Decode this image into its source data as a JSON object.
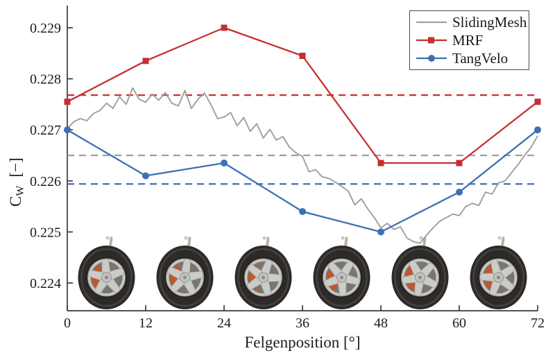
{
  "chart_data": {
    "type": "line",
    "title": "",
    "xlabel": "Felgenposition  [°]",
    "ylabel": "Cw [−]",
    "ylabel_parts": {
      "base": "C",
      "sub": "W",
      "units": "[−]"
    },
    "grid": false,
    "background": "#ffffff",
    "axis_color": "#3a3a3a",
    "xlim": [
      0,
      72
    ],
    "ylim": [
      0.2235,
      0.2294
    ],
    "x_ticks": [
      {
        "value": 0,
        "label": "0"
      },
      {
        "value": 12,
        "label": "12"
      },
      {
        "value": 24,
        "label": "24"
      },
      {
        "value": 36,
        "label": "36"
      },
      {
        "value": 48,
        "label": "48"
      },
      {
        "value": 60,
        "label": "60"
      },
      {
        "value": 72,
        "label": "72"
      }
    ],
    "y_ticks": [
      {
        "value": 0.229,
        "label": "0.229"
      },
      {
        "value": 0.228,
        "label": "0.228"
      },
      {
        "value": 0.227,
        "label": "0.227"
      },
      {
        "value": 0.226,
        "label": "0.226"
      },
      {
        "value": 0.225,
        "label": "0.225"
      },
      {
        "value": 0.224,
        "label": "0.224"
      }
    ],
    "legend_position": "top-right",
    "series": [
      {
        "name": "SlidingMesh",
        "color": "#9e9e9e",
        "line_style": "solid",
        "marker": "none",
        "x": [
          0,
          1,
          2,
          3,
          4,
          5,
          6,
          7,
          8,
          9,
          10,
          11,
          12,
          13,
          14,
          15,
          16,
          17,
          18,
          19,
          20,
          21,
          22,
          23,
          24,
          25,
          26,
          27,
          28,
          29,
          30,
          31,
          32,
          33,
          34,
          35,
          36,
          37,
          38,
          39,
          40,
          41,
          42,
          43,
          44,
          45,
          46,
          47,
          48,
          49,
          50,
          51,
          52,
          53,
          54,
          55,
          56,
          57,
          58,
          59,
          60,
          61,
          62,
          63,
          64,
          65,
          66,
          67,
          68,
          69,
          70,
          71,
          72
        ],
        "y": [
          0.22702,
          0.22716,
          0.22722,
          0.22718,
          0.22732,
          0.22738,
          0.22752,
          0.22742,
          0.22765,
          0.2275,
          0.22782,
          0.2276,
          0.22754,
          0.2277,
          0.22758,
          0.22773,
          0.22752,
          0.22747,
          0.22777,
          0.22742,
          0.2276,
          0.22772,
          0.22749,
          0.22722,
          0.22725,
          0.22734,
          0.22708,
          0.22724,
          0.22697,
          0.22712,
          0.22684,
          0.22701,
          0.2268,
          0.22687,
          0.22666,
          0.22655,
          0.22648,
          0.22618,
          0.22622,
          0.22608,
          0.22605,
          0.22598,
          0.22589,
          0.2258,
          0.22553,
          0.22565,
          0.22545,
          0.22528,
          0.22508,
          0.22517,
          0.22505,
          0.2251,
          0.22488,
          0.22481,
          0.22478,
          0.22494,
          0.22508,
          0.22521,
          0.22528,
          0.22535,
          0.22532,
          0.2255,
          0.22556,
          0.22552,
          0.22578,
          0.22574,
          0.22596,
          0.226,
          0.22616,
          0.22632,
          0.2265,
          0.22666,
          0.22688
        ]
      },
      {
        "name": "MRF",
        "color": "#c62f31",
        "line_style": "solid",
        "marker": "square",
        "x": [
          0,
          12,
          24,
          36,
          48,
          60,
          72
        ],
        "y": [
          0.22755,
          0.22835,
          0.229,
          0.22845,
          0.22635,
          0.22635,
          0.22755
        ]
      },
      {
        "name": "TangVelo",
        "color": "#3c6fb6",
        "line_style": "solid",
        "marker": "circle",
        "x": [
          0,
          12,
          24,
          36,
          48,
          60,
          72
        ],
        "y": [
          0.227,
          0.2261,
          0.22635,
          0.2254,
          0.225,
          0.22578,
          0.227
        ]
      }
    ],
    "mean_lines": [
      {
        "series": "MRF",
        "value": 0.22768,
        "color": "#c62f31",
        "style": "dashed"
      },
      {
        "series": "SlidingMesh",
        "value": 0.2265,
        "color": "#9e9e9e",
        "style": "dashed"
      },
      {
        "series": "TangVelo",
        "value": 0.22594,
        "color": "#3c6fb6",
        "style": "dashed"
      }
    ],
    "wheel_images": {
      "description": "rendered car wheel with 5-spoke rim and orange brake caliper, one per rim position",
      "positions_deg": [
        6,
        18,
        30,
        42,
        54,
        66
      ],
      "tire_color": "#2d2a28",
      "rim_color": "#c7c7c4",
      "caliper_color": "#c0562c"
    }
  }
}
